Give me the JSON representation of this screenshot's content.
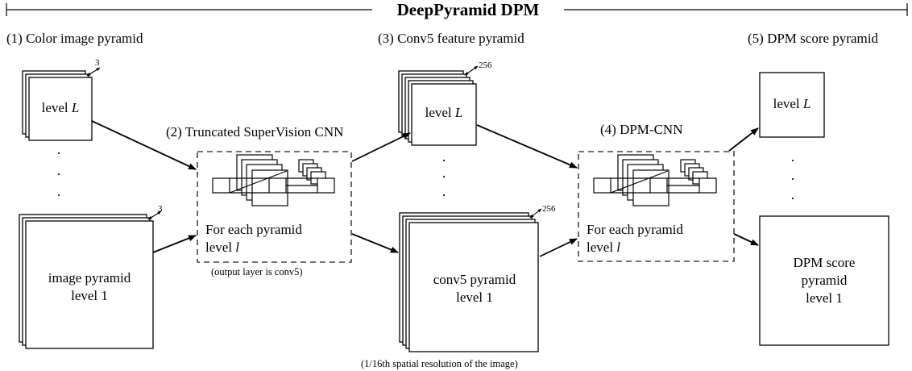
{
  "title": "DeepPyramid DPM",
  "stages": {
    "s1": "(1) Color image pyramid",
    "s2": "(2) Truncated SuperVision CNN",
    "s3": "(3) Conv5 feature pyramid",
    "s4": "(4) DPM-CNN",
    "s5": "(5) DPM score pyramid"
  },
  "boxes": {
    "image_top": "level L",
    "image_bottom_line1": "image pyramid",
    "image_bottom_line2": "level 1",
    "conv5_top": "level L",
    "conv5_bottom_line1": "conv5 pyramid",
    "conv5_bottom_line2": "level 1",
    "score_top": "level L",
    "score_bottom_line1": "DPM score",
    "score_bottom_line2": "pyramid",
    "score_bottom_line3": "level 1"
  },
  "dims": {
    "image_channels": "3",
    "conv5_channels": "256"
  },
  "cnn_boxes": {
    "line1": "For each pyramid",
    "line2_prefix": "level ",
    "line2_var": "l"
  },
  "notes": {
    "output_layer": "(output layer is conv5)",
    "resolution": "(1/16th spatial resolution of the image)"
  },
  "dots": "·"
}
